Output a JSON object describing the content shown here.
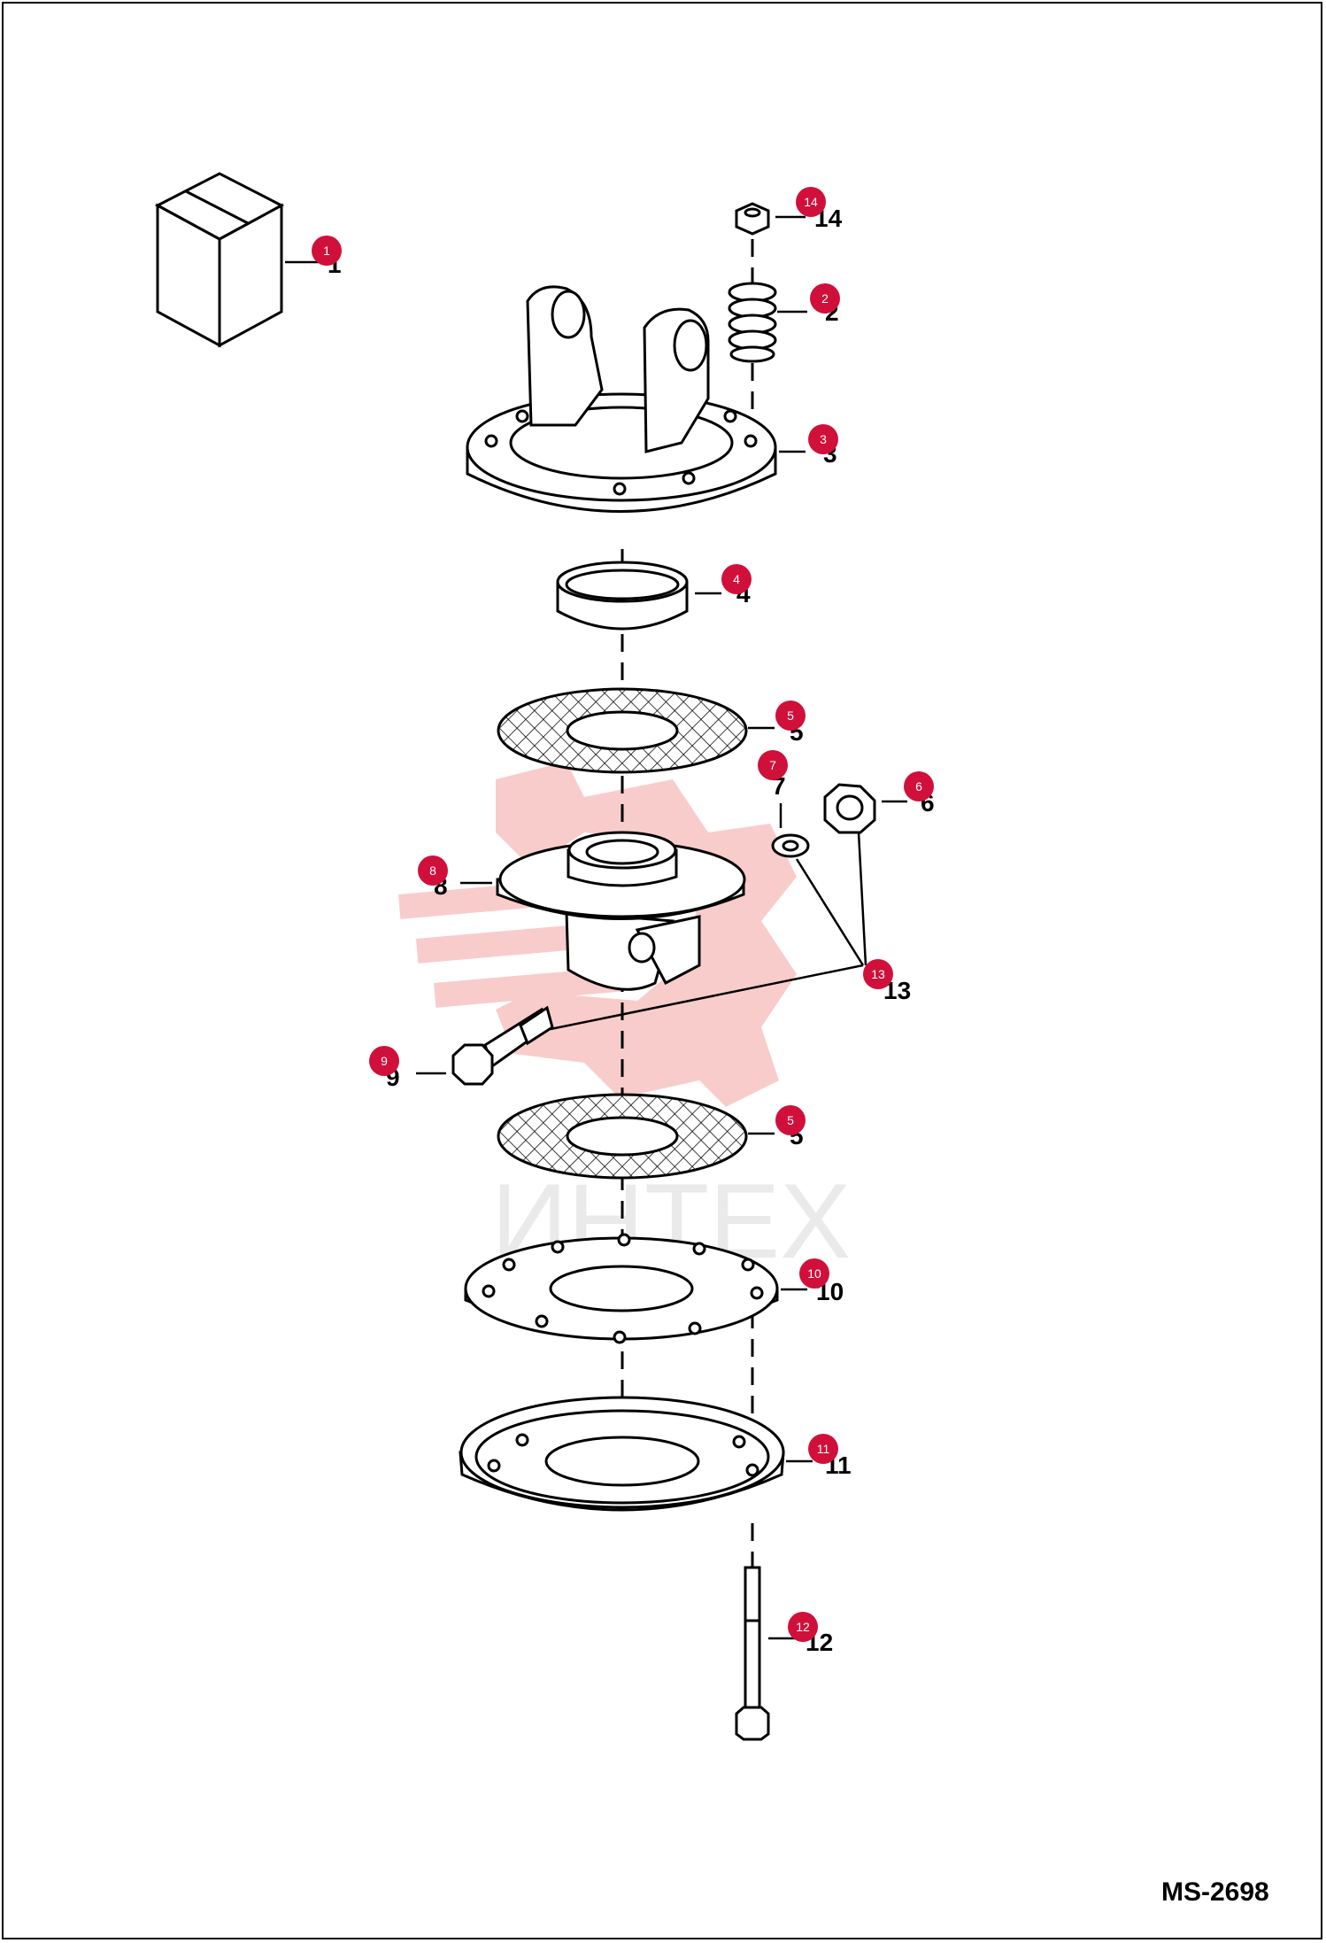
{
  "diagram_ref": "MS-2698",
  "watermark_text": "ИНТЕХ",
  "colors": {
    "callout": "#d0103a",
    "watermark": "#f5b5b5",
    "outline": "#000000"
  },
  "parts": [
    {
      "id": "1",
      "label": "1"
    },
    {
      "id": "2",
      "label": "2"
    },
    {
      "id": "3",
      "label": "3"
    },
    {
      "id": "4",
      "label": "4"
    },
    {
      "id": "5a",
      "label": "5"
    },
    {
      "id": "6",
      "label": "6"
    },
    {
      "id": "7",
      "label": "7"
    },
    {
      "id": "8",
      "label": "8"
    },
    {
      "id": "9",
      "label": "9"
    },
    {
      "id": "5b",
      "label": "5"
    },
    {
      "id": "10",
      "label": "10"
    },
    {
      "id": "11",
      "label": "11"
    },
    {
      "id": "12",
      "label": "12"
    },
    {
      "id": "13",
      "label": "13"
    },
    {
      "id": "14",
      "label": "14"
    }
  ]
}
